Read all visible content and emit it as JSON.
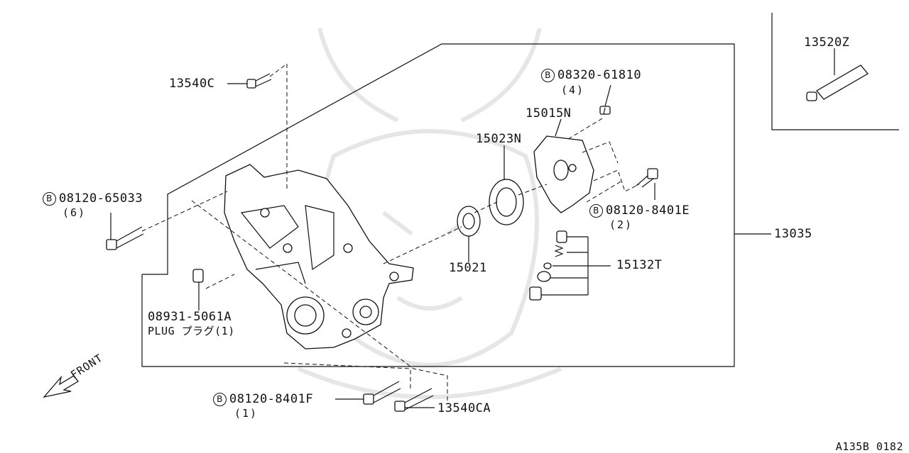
{
  "diagram": {
    "reference_code": "A135B 0182",
    "front_label": "FRONT",
    "callouts": [
      {
        "id": "13540c",
        "part_no": "13540C",
        "badge": "",
        "qty": ""
      },
      {
        "id": "08320",
        "part_no": "08320-61810",
        "badge": "B",
        "qty": "(4)"
      },
      {
        "id": "15015n",
        "part_no": "15015N",
        "badge": "",
        "qty": ""
      },
      {
        "id": "15023n",
        "part_no": "15023N",
        "badge": "",
        "qty": ""
      },
      {
        "id": "08120-65033",
        "part_no": "08120-65033",
        "badge": "B",
        "qty": "(6)"
      },
      {
        "id": "08120-8401e",
        "part_no": "08120-8401E",
        "badge": "B",
        "qty": "(2)"
      },
      {
        "id": "13035",
        "part_no": "13035",
        "badge": "",
        "qty": ""
      },
      {
        "id": "15021",
        "part_no": "15021",
        "badge": "",
        "qty": ""
      },
      {
        "id": "15132t",
        "part_no": "15132T",
        "badge": "",
        "qty": ""
      },
      {
        "id": "08931",
        "part_no": "08931-5061A",
        "badge": "",
        "qty": ""
      },
      {
        "id": "plug",
        "part_no": "PLUG プラグ(1)",
        "badge": "",
        "qty": ""
      },
      {
        "id": "08120-8401f",
        "part_no": "08120-8401F",
        "badge": "B",
        "qty": "(1)"
      },
      {
        "id": "13540ca",
        "part_no": "13540CA",
        "badge": "",
        "qty": ""
      },
      {
        "id": "13520z",
        "part_no": "13520Z",
        "badge": "",
        "qty": ""
      }
    ]
  }
}
